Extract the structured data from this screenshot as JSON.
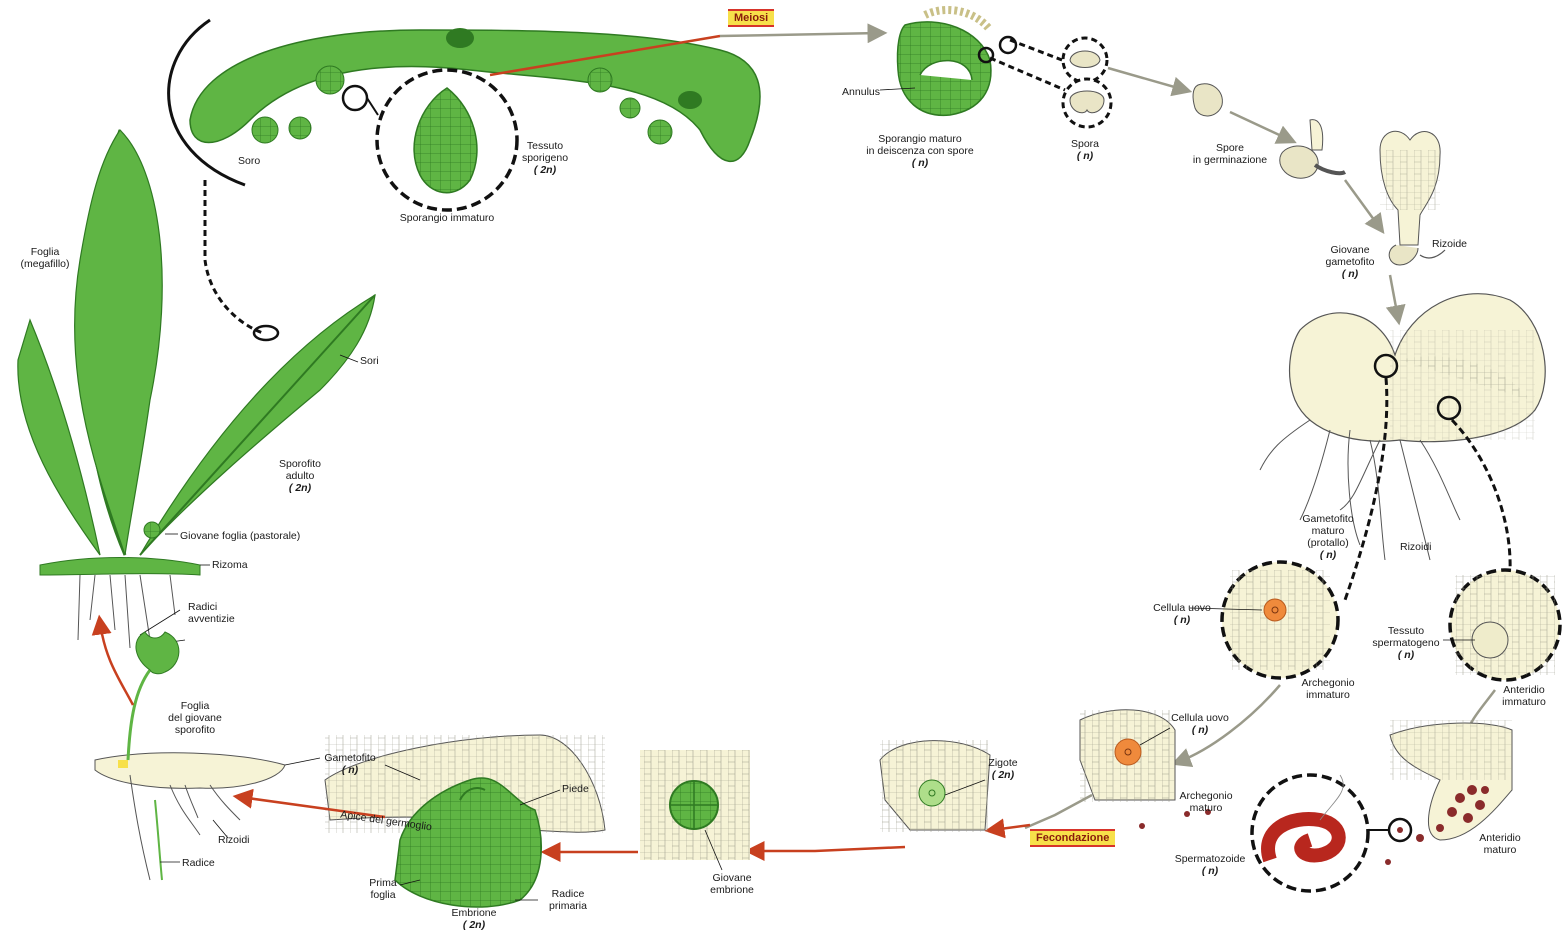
{
  "stages": {
    "meiosis": "Meiosi",
    "fertilization": "Fecondazione"
  },
  "labels": {
    "soro": "Soro",
    "tessuto_sporigeno_1": "Tessuto",
    "tessuto_sporigeno_2": "sporigeno",
    "tessuto_sporigeno_3": "( 2n)",
    "sporangio_immaturo": "Sporangio immaturo",
    "annulus": "Annulus",
    "sporangio_maturo_1": "Sporangio maturo",
    "sporangio_maturo_2": "in deiscenza con spore",
    "sporangio_maturo_3": "( n)",
    "spora_1": "Spora",
    "spora_2": "( n)",
    "spore_germ_1": "Spore",
    "spore_germ_2": "in germinazione",
    "giovane_gametofito_1": "Giovane",
    "giovane_gametofito_2": "gametofito",
    "giovane_gametofito_3": "( n)",
    "rizoide": "Rizoide",
    "foglia_1": "Foglia",
    "foglia_2": "(megafillo)",
    "sori": "Sori",
    "sporofito_1": "Sporofito",
    "sporofito_2": "adulto",
    "sporofito_3": "( 2n)",
    "giovane_foglia": "Giovane foglia (pastorale)",
    "rizoma": "Rizoma",
    "radici_1": "Radici",
    "radici_2": "avventizie",
    "gametofito_maturo_1": "Gametofito",
    "gametofito_maturo_2": "maturo",
    "gametofito_maturo_3": "(protallo)",
    "gametofito_maturo_4": "( n)",
    "rizoidi_right": "Rizoidi",
    "cellula_uovo_top_1": "Cellula uovo",
    "cellula_uovo_top_2": "( n)",
    "tessuto_spermatogeno_1": "Tessuto",
    "tessuto_spermatogeno_2": "spermatogeno",
    "tessuto_spermatogeno_3": "( n)",
    "archegonio_immaturo_1": "Archegonio",
    "archegonio_immaturo_2": "immaturo",
    "anteridio_immaturo_1": "Anteridio",
    "anteridio_immaturo_2": "immaturo",
    "cellula_uovo_bot_1": "Cellula uovo",
    "cellula_uovo_bot_2": "( n)",
    "archegonio_maturo_1": "Archegonio",
    "archegonio_maturo_2": "maturo",
    "anteridio_maturo_1": "Anteridio",
    "anteridio_maturo_2": "maturo",
    "spermatozoide_1": "Spermatozoide",
    "spermatozoide_2": "( n)",
    "zigote_1": "Zigote",
    "zigote_2": "( 2n)",
    "giovane_embrione_1": "Giovane",
    "giovane_embrione_2": "embrione",
    "gametofito_left_1": "Gametofito",
    "gametofito_left_2": "( n)",
    "piede": "Piede",
    "apice": "Apice del germoglio",
    "prima_foglia_1": "Prima",
    "prima_foglia_2": "foglia",
    "radice_primaria_1": "Radice",
    "radice_primaria_2": "primaria",
    "embrione_1": "Embrione",
    "embrione_2": "( 2n)",
    "foglia_giovane_1": "Foglia",
    "foglia_giovane_2": "del giovane",
    "foglia_giovane_3": "sporofito",
    "rizoidi_left": "Rizoidi",
    "radice": "Radice"
  },
  "colors": {
    "plant_green": "#5fb544",
    "plant_dark": "#2f7a22",
    "gametophyte_cream": "#f6f3d6",
    "egg_orange": "#ef8a3c",
    "sperm_red": "#b8271e",
    "arrow_red": "#c8401f",
    "arrow_gray": "#9a9a8a"
  }
}
